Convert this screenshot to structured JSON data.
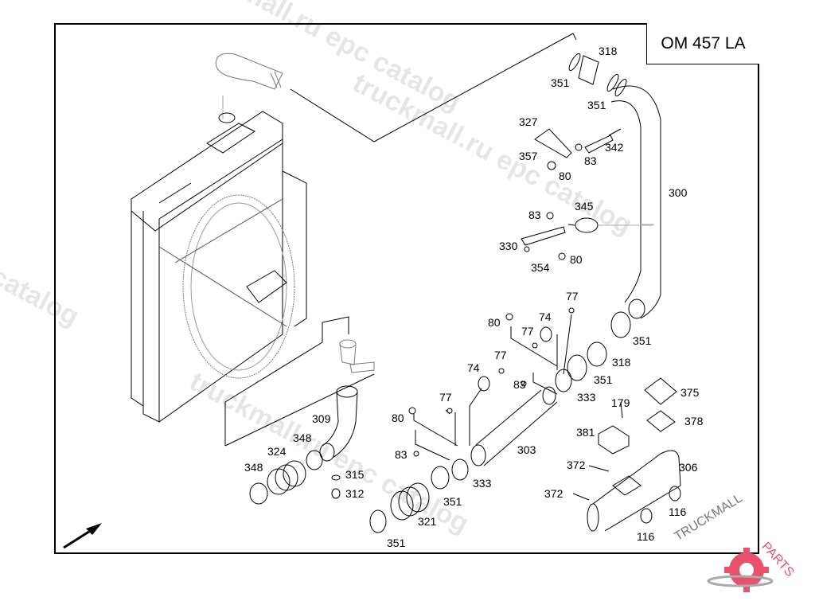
{
  "diagram": {
    "title": "OM 457 LA",
    "watermarks": [
      "truckmall.ru epc catalog",
      "truckmall.ru epc catalog",
      "truckmall.ru epc catalog",
      "truckmall.ru epc catalog"
    ],
    "logo": {
      "text_dark": "TRUCKMALL",
      "text_accent": "PARTS",
      "accent_color": "#e8506e",
      "gray_color": "#8a8a8a"
    },
    "orientation_arrow": "arrow-icon",
    "callouts": [
      {
        "id": "318",
        "text": "318"
      },
      {
        "id": "351a",
        "text": "351"
      },
      {
        "id": "351b",
        "text": "351"
      },
      {
        "id": "327",
        "text": "327"
      },
      {
        "id": "357",
        "text": "357"
      },
      {
        "id": "80a",
        "text": "80"
      },
      {
        "id": "83a",
        "text": "83"
      },
      {
        "id": "342",
        "text": "342"
      },
      {
        "id": "300",
        "text": "300"
      },
      {
        "id": "83b",
        "text": "83"
      },
      {
        "id": "345",
        "text": "345"
      },
      {
        "id": "330",
        "text": "330"
      },
      {
        "id": "354",
        "text": "354"
      },
      {
        "id": "80b",
        "text": "80"
      },
      {
        "id": "77a",
        "text": "77"
      },
      {
        "id": "80c",
        "text": "80"
      },
      {
        "id": "74a",
        "text": "74"
      },
      {
        "id": "77b",
        "text": "77"
      },
      {
        "id": "351c",
        "text": "351"
      },
      {
        "id": "77c",
        "text": "77"
      },
      {
        "id": "74b",
        "text": "74"
      },
      {
        "id": "318b",
        "text": "318"
      },
      {
        "id": "83c",
        "text": "83"
      },
      {
        "id": "351d",
        "text": "351"
      },
      {
        "id": "333a",
        "text": "333"
      },
      {
        "id": "375",
        "text": "375"
      },
      {
        "id": "77d",
        "text": "77"
      },
      {
        "id": "179",
        "text": "179"
      },
      {
        "id": "378",
        "text": "378"
      },
      {
        "id": "80d",
        "text": "80"
      },
      {
        "id": "309",
        "text": "309"
      },
      {
        "id": "381",
        "text": "381"
      },
      {
        "id": "348a",
        "text": "348"
      },
      {
        "id": "324",
        "text": "324"
      },
      {
        "id": "83d",
        "text": "83"
      },
      {
        "id": "303",
        "text": "303"
      },
      {
        "id": "372a",
        "text": "372"
      },
      {
        "id": "306",
        "text": "306"
      },
      {
        "id": "348b",
        "text": "348"
      },
      {
        "id": "315",
        "text": "315"
      },
      {
        "id": "333b",
        "text": "333"
      },
      {
        "id": "312",
        "text": "312"
      },
      {
        "id": "372b",
        "text": "372"
      },
      {
        "id": "351e",
        "text": "351"
      },
      {
        "id": "116a",
        "text": "116"
      },
      {
        "id": "321",
        "text": "321"
      },
      {
        "id": "116b",
        "text": "116"
      },
      {
        "id": "351f",
        "text": "351"
      }
    ]
  }
}
